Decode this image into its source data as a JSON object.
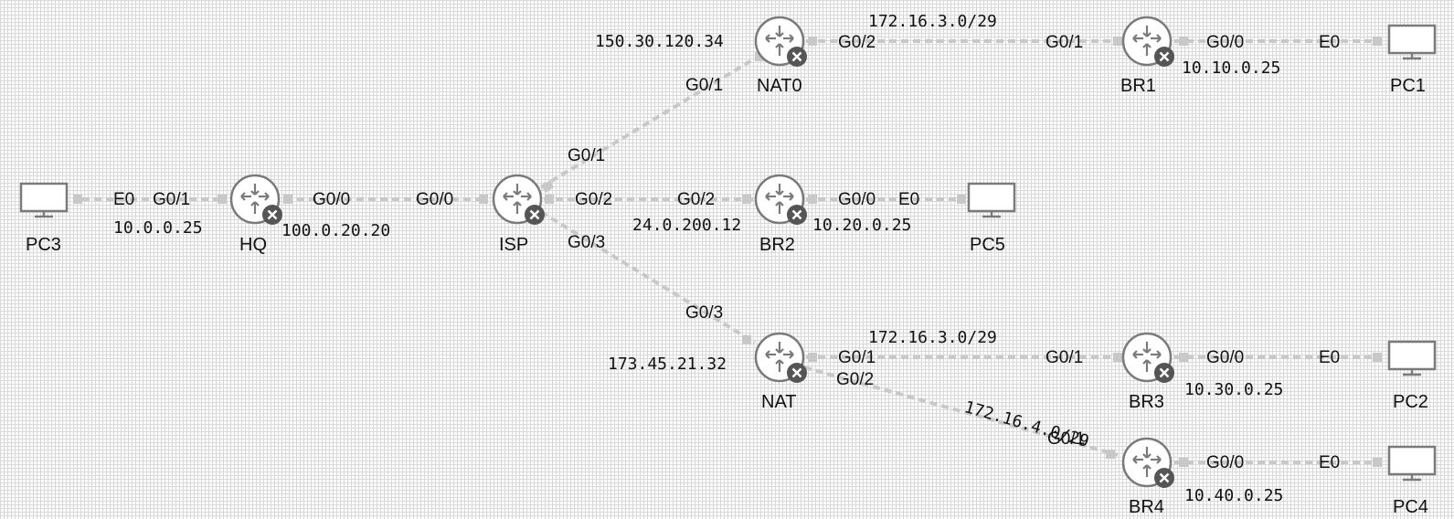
{
  "nodes": {
    "pc3": "PC3",
    "hq": "HQ",
    "isp": "ISP",
    "nat0": "NAT0",
    "br1": "BR1",
    "pc1": "PC1",
    "br2": "BR2",
    "pc5": "PC5",
    "nat": "NAT",
    "br3": "BR3",
    "pc2": "PC2",
    "br4": "BR4",
    "pc4": "PC4"
  },
  "ports": {
    "pc3_e0": "E0",
    "hq_g01": "G0/1",
    "hq_g00": "G0/0",
    "isp_g00": "G0/0",
    "isp_g01": "G0/1",
    "nat0_g01": "G0/1",
    "nat0_g02": "G0/2",
    "br1_g01": "G0/1",
    "br1_g00": "G0/0",
    "pc1_e0": "E0",
    "isp_g02": "G0/2",
    "br2_g02": "G0/2",
    "br2_g00": "G0/0",
    "pc5_e0": "E0",
    "isp_g03": "G0/3",
    "nat_g03": "G0/3",
    "nat_g01": "G0/1",
    "br3_g01": "G0/1",
    "br3_g00": "G0/0",
    "pc2_e0": "E0",
    "nat_g02": "G0/2",
    "br4_g01": "G0/1",
    "br4_g00": "G0/0",
    "pc4_e0": "E0"
  },
  "addresses": {
    "pc3_hq": "10.0.0.25",
    "hq_isp": "100.0.20.20",
    "nat0": "150.30.120.34",
    "nat0_br1_net": "172.16.3.0/29",
    "br1_pc1": "10.10.0.25",
    "isp_br2": "24.0.200.12",
    "br2_pc5": "10.20.0.25",
    "nat": "173.45.21.32",
    "nat_br3_net": "172.16.3.0/29",
    "br3_pc2": "10.30.0.25",
    "nat_br4_net": "172.16.4.0/29",
    "br4_pc4": "10.40.0.25"
  },
  "colors": {
    "link": "#c8c8c8",
    "router_stroke": "#7a7a7a",
    "router_fill": "#ffffff",
    "badge": "#555555",
    "pc_stroke": "#7a7a7a",
    "text": "#111111"
  },
  "icons": {
    "router": "router-icon",
    "pc": "pc-icon",
    "status": "close-icon"
  }
}
